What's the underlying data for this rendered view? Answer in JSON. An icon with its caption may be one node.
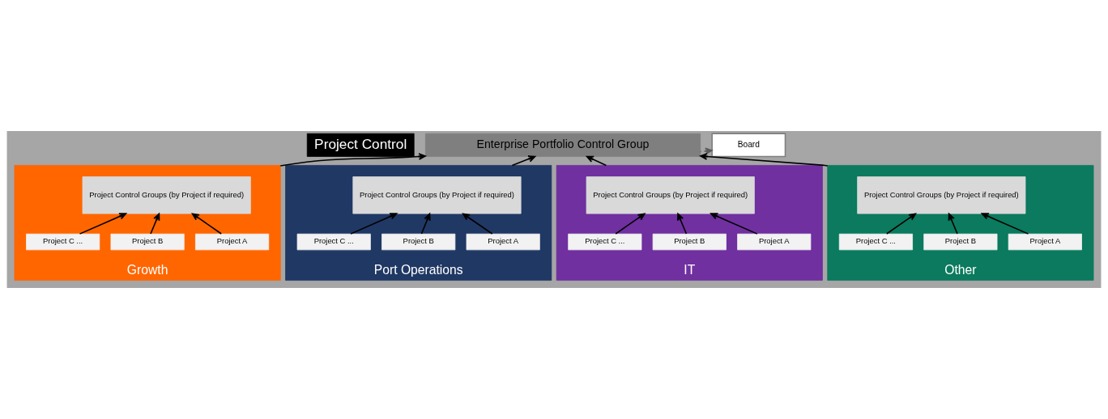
{
  "diagram": {
    "nodes": [
      {
        "text": [
          "Project Control"
        ]
      },
      {
        "text": [
          "Enterprise Portfolio Control Group"
        ]
      },
      {
        "text": [
          "Board"
        ]
      },
      {
        "text": [
          "Growth"
        ]
      },
      {
        "text": [
          "Project Control Groups (by Project if required)"
        ],
        "in": 3
      },
      {
        "text": [
          "Project A"
        ],
        "in": 3
      },
      {
        "text": [
          "Project B"
        ],
        "in": 3
      },
      {
        "text": [
          "Project C ..."
        ],
        "in": 3
      },
      {
        "text": [
          "Port Operations"
        ]
      },
      {
        "text": [
          "Project Control Groups (by Project if required)"
        ],
        "in": 8
      },
      {
        "text": [
          "Project A"
        ],
        "in": 8
      },
      {
        "text": [
          "Project B"
        ],
        "in": 8
      },
      {
        "text": [
          "Project C ..."
        ],
        "in": 8
      },
      {
        "text": [
          "IT"
        ]
      },
      {
        "text": [
          "Project Control Groups (by Project if required)"
        ],
        "in": 13
      },
      {
        "text": [
          "Project A"
        ],
        "in": 13
      },
      {
        "text": [
          "Project B"
        ],
        "in": 13
      },
      {
        "text": [
          "Project C ..."
        ],
        "in": 13
      },
      {
        "text": [
          "Other"
        ]
      },
      {
        "text": [
          "Project Control Groups (by Project if required)"
        ],
        "in": 18
      },
      {
        "text": [
          "Project A"
        ],
        "in": 18
      },
      {
        "text": [
          "Project B"
        ],
        "in": 18
      },
      {
        "text": [
          "Project C ..."
        ],
        "in": 18
      }
    ],
    "edges": [
      {
        "from": 1,
        "to": 2,
        "arrow": "to",
        "style": "dashed",
        "color": "#595959"
      },
      {
        "from": 3,
        "to": 1,
        "arrow": "to"
      },
      {
        "from": 8,
        "to": 1,
        "arrow": "to"
      },
      {
        "from": 13,
        "to": 1,
        "arrow": "to"
      },
      {
        "from": 18,
        "to": 1,
        "arrow": "to"
      },
      {
        "from": 5,
        "to": 4,
        "arrow": "to"
      },
      {
        "from": 6,
        "to": 4,
        "arrow": "to"
      },
      {
        "from": 7,
        "to": 4,
        "arrow": "to"
      },
      {
        "from": 10,
        "to": 9,
        "arrow": "to"
      },
      {
        "from": 11,
        "to": 9,
        "arrow": "to"
      },
      {
        "from": 12,
        "to": 9,
        "arrow": "to"
      },
      {
        "from": 15,
        "to": 14,
        "arrow": "to"
      },
      {
        "from": 16,
        "to": 14,
        "arrow": "to"
      },
      {
        "from": 17,
        "to": 14,
        "arrow": "to"
      },
      {
        "from": 20,
        "to": 19,
        "arrow": "to"
      },
      {
        "from": 21,
        "to": 19,
        "arrow": "to"
      },
      {
        "from": 22,
        "to": 19,
        "arrow": "to"
      }
    ]
  }
}
